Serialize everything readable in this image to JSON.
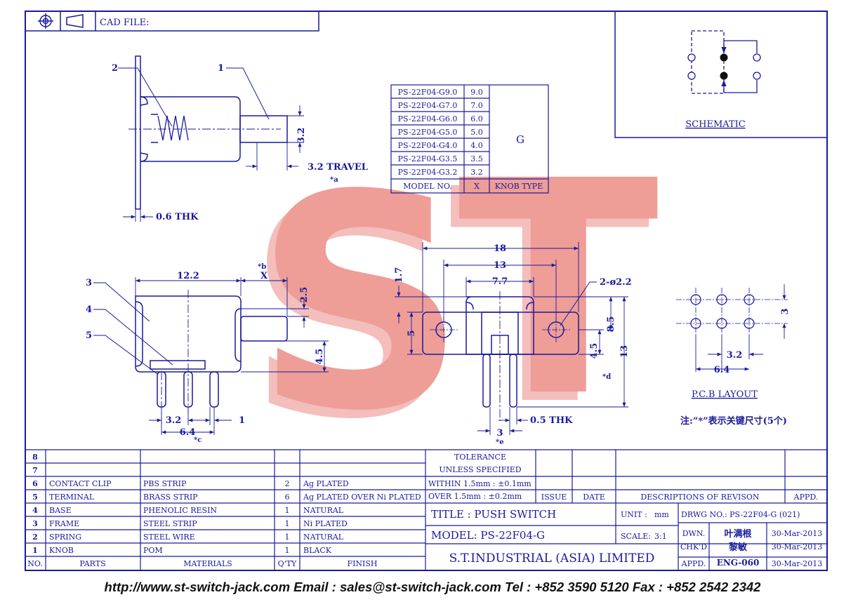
{
  "header": {
    "cad_label": "CAD FILE:"
  },
  "watermark": {
    "text": "ST",
    "color": "#e57373"
  },
  "colors": {
    "line": "#1a1a9c",
    "watermark": "#e57373"
  },
  "side_view": {
    "callout_1": "1",
    "callout_2": "2",
    "dim_32": "3.2",
    "travel": "3.2 TRAVEL",
    "star_a": "*a",
    "thk": "0.6 THK"
  },
  "model_table": {
    "rows": [
      {
        "model": "PS-22F04-G9.0",
        "x": "9.0"
      },
      {
        "model": "PS-22F04-G7.0",
        "x": "7.0"
      },
      {
        "model": "PS-22F04-G6.0",
        "x": "6.0"
      },
      {
        "model": "PS-22F04-G5.0",
        "x": "5.0"
      },
      {
        "model": "PS-22F04-G4.0",
        "x": "4.0"
      },
      {
        "model": "PS-22F04-G3.5",
        "x": "3.5"
      },
      {
        "model": "PS-22F04-G3.2",
        "x": "3.2"
      }
    ],
    "knob_type": "G",
    "header_model": "MODEL NO.",
    "header_x": "X",
    "header_knob": "KNOB TYPE"
  },
  "schematic": {
    "label": "SCHEMATIC"
  },
  "front_view": {
    "dim_122": "12.2",
    "star_b": "*b",
    "dim_x": "X",
    "dim_25": "2.5",
    "dim_45": "4.5",
    "callout_3": "3",
    "callout_4": "4",
    "callout_5": "5",
    "dim_32": "3.2",
    "dim_64": "6.4",
    "star_c": "*c",
    "dim_1": "1"
  },
  "end_view": {
    "dim_18": "18",
    "dim_13": "13",
    "dim_77": "7.7",
    "dim_17": "1.7",
    "dim_5": "5",
    "hole": "2-ø2.2",
    "dim_85": "8.5",
    "dim_45": "4.5",
    "dim_13v": "13",
    "star_d": "*d",
    "thk": "0.5 THK",
    "dim_3": "3",
    "star_e": "*e"
  },
  "pcb": {
    "dim_3": "3",
    "dim_32": "3.2",
    "dim_64": "6.4",
    "label": "P.C.B LAYOUT",
    "note": "注:”*”表示关键尺寸(5个)"
  },
  "bom": {
    "headers": {
      "no": "NO.",
      "parts": "PARTS",
      "materials": "MATERIALS",
      "qty": "Q'TY",
      "finish": "FINISH"
    },
    "rows": [
      {
        "no": "8",
        "part": "",
        "material": "",
        "qty": "",
        "finish": ""
      },
      {
        "no": "7",
        "part": "",
        "material": "",
        "qty": "",
        "finish": ""
      },
      {
        "no": "6",
        "part": "CONTACT CLIP",
        "material": "PBS STRIP",
        "qty": "2",
        "finish": "Ag PLATED"
      },
      {
        "no": "5",
        "part": "TERMINAL",
        "material": "BRASS STRIP",
        "qty": "6",
        "finish": "Ag PLATED OVER Ni PLATED"
      },
      {
        "no": "4",
        "part": "BASE",
        "material": "PHENOLIC RESIN",
        "qty": "1",
        "finish": "NATURAL"
      },
      {
        "no": "3",
        "part": "FRAME",
        "material": "STEEL STRIP",
        "qty": "1",
        "finish": "Ni PLATED"
      },
      {
        "no": "2",
        "part": "SPRING",
        "material": "STEEL WIRE",
        "qty": "1",
        "finish": "NATURAL"
      },
      {
        "no": "1",
        "part": "KNOB",
        "material": "POM",
        "qty": "1",
        "finish": "BLACK"
      }
    ]
  },
  "tolerance": {
    "line1": "TOLERANCE",
    "line2": "UNLESS   SPECIFIED",
    "within": "WITHIN  1.5mm : ±0.1mm",
    "over": "OVER    1.5mm : ±0.2mm"
  },
  "revision": {
    "issue": "ISSUE",
    "date": "DATE",
    "desc": "DESCRIPTIONS OF REVISON",
    "appd": "APPD."
  },
  "title_block": {
    "title": "TITLE : PUSH SWITCH",
    "model": "MODEL: PS-22F04-G",
    "company": "S.T.INDUSTRIAL  (ASIA)  LIMITED",
    "unit_label": "UNIT :",
    "unit": "mm",
    "scale_label": "SCALE:",
    "scale": "3:1",
    "drwg": "DRWG NO.: PS-22F04-G (021)",
    "dwn": "DWN.",
    "dwn_name": "叶满根",
    "dwn_date": "30-Mar-2013",
    "chk": "CHK'D",
    "chk_name": "黎敏",
    "chk_date": "30-Mar-2013",
    "appd": "APPD.",
    "appd_name": "ENG-060",
    "appd_date": "30-Mar-2013"
  },
  "footer": {
    "text": "http://www.st-switch-jack.com  Email : sales@st-switch-jack.com  Tel : +852 3590 5120  Fax : +852 2542 2342"
  }
}
